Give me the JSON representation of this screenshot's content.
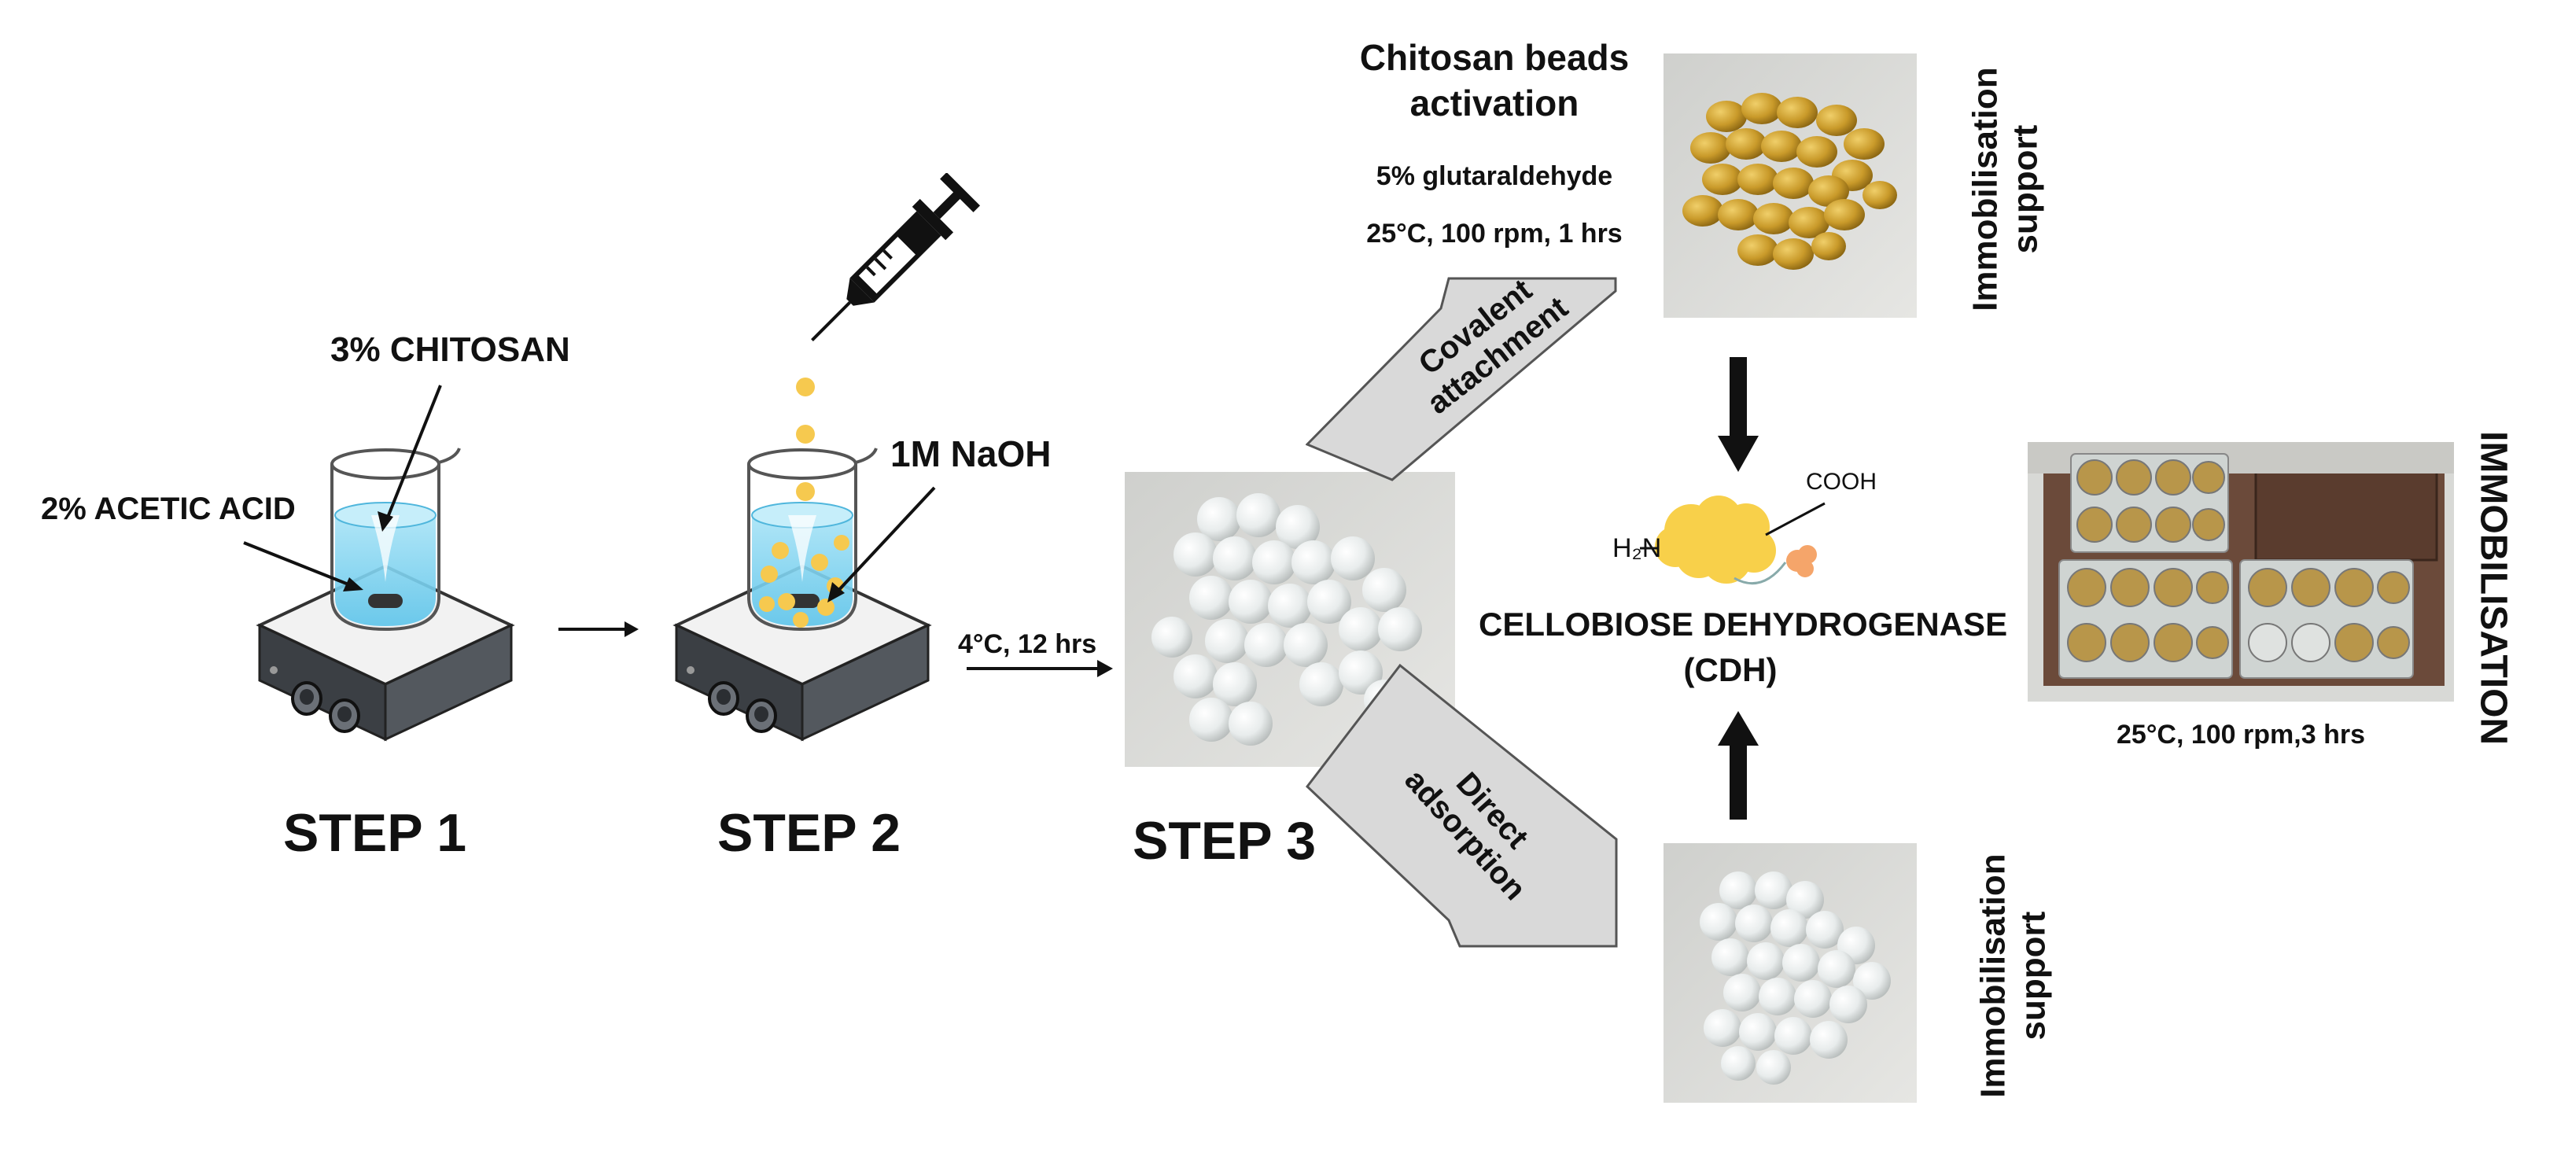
{
  "steps": {
    "step1": "STEP 1",
    "step2": "STEP 2",
    "step3": "STEP 3"
  },
  "step1": {
    "chitosan_label": "3% CHITOSAN",
    "acid_label": "2% ACETIC ACID"
  },
  "step2": {
    "naoh_label": "1M NaOH"
  },
  "step2_to_3": {
    "condition": "4°C, 12 hrs"
  },
  "activation": {
    "title_line1": "Chitosan beads",
    "title_line2": "activation",
    "reagent": "5% glutaraldehyde",
    "conditions": "25°C, 100 rpm, 1 hrs"
  },
  "branches": {
    "covalent_line1": "Covalent",
    "covalent_line2": "attachment",
    "direct_line1": "Direct",
    "direct_line2": "adsorption"
  },
  "supports": {
    "top_line1": "Immobilisation",
    "top_line2": "support",
    "bottom_line1": "Immobilisation",
    "bottom_line2": "support"
  },
  "enzyme": {
    "name": "CELLOBIOSE DEHYDROGENASE",
    "abbr": "(CDH)",
    "amine": "H₂N",
    "carboxyl": "COOH"
  },
  "immobilisation": {
    "title": "IMMOBILISATION",
    "conditions": "25°C, 100 rpm,3 hrs"
  },
  "colors": {
    "liquid": "#8fd6f0",
    "bead_yellow": "#f6c94f",
    "activated_bead": "#c99a2a",
    "white_bead": "#eef1f1",
    "arrow_gray": "#d9d9d9",
    "enzyme_yellow": "#f8d04a",
    "enzyme_orange": "#f5a56a"
  }
}
